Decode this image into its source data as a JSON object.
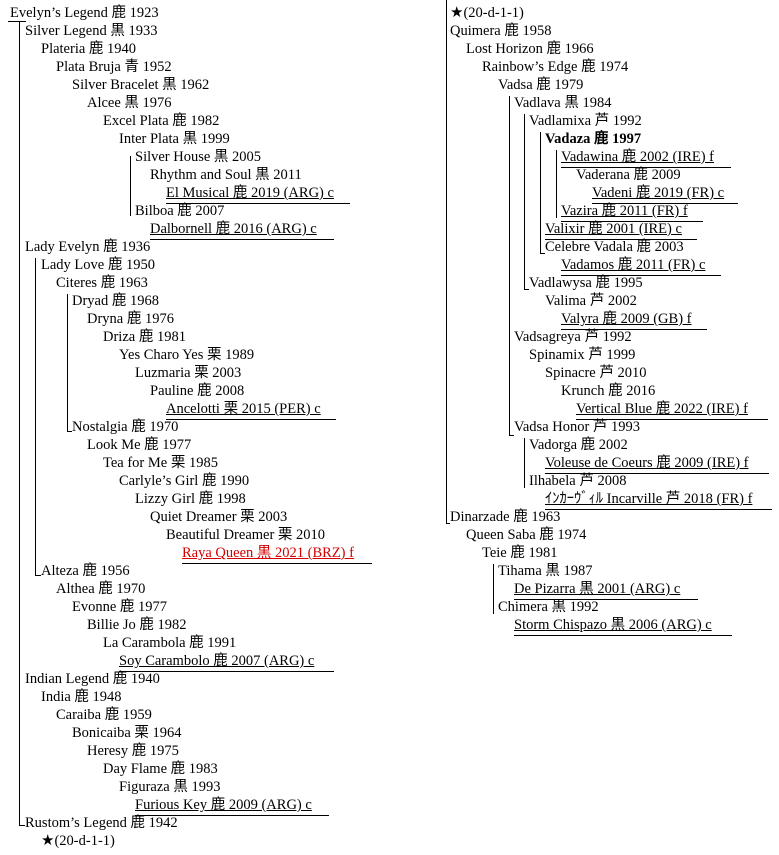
{
  "pedigree": [
    {
      "text": "Evelyn’s Legend 鹿 1923"
    },
    {
      "text": "Silver Legend 黒 1933"
    },
    {
      "text": "Plateria 鹿 1940"
    },
    {
      "text": "Plata Bruja 青 1952"
    },
    {
      "text": "Silver Bracelet 黒 1962"
    },
    {
      "text": "Alcee 黒 1976"
    },
    {
      "text": "Excel Plata 鹿 1982"
    },
    {
      "text": "Inter Plata 黒 1999"
    },
    {
      "text": "Silver House 黒 2005"
    },
    {
      "text": "Rhythm and Soul 黒 2011"
    },
    {
      "text": "El Musical 鹿 2019 (ARG) c",
      "style": "u"
    },
    {
      "text": "Bilboa 鹿 2007"
    },
    {
      "text": "Dalbornell 鹿 2016 (ARG) c",
      "style": "u"
    },
    {
      "text": "Lady Evelyn 鹿 1936"
    },
    {
      "text": "Lady Love 鹿 1950"
    },
    {
      "text": "Citeres 鹿 1963"
    },
    {
      "text": "Dryad 鹿 1968"
    },
    {
      "text": "Dryna 鹿 1976"
    },
    {
      "text": "Driza 鹿 1981"
    },
    {
      "text": "Yes Charo Yes 栗 1989"
    },
    {
      "text": "Luzmaria 栗 2003"
    },
    {
      "text": "Pauline 鹿 2008"
    },
    {
      "text": "Ancelotti 栗 2015 (PER) c",
      "style": "u"
    },
    {
      "text": "Nostalgia 鹿 1970"
    },
    {
      "text": "Look Me 鹿 1977"
    },
    {
      "text": "Tea for Me 栗 1985"
    },
    {
      "text": "Carlyle’s Girl 鹿 1990"
    },
    {
      "text": "Lizzy Girl 鹿 1998"
    },
    {
      "text": "Quiet Dreamer 栗 2003"
    },
    {
      "text": "Beautiful Dreamer 栗 2010"
    },
    {
      "text": "Raya Queen 黒 2021 (BRZ) f",
      "style": "u red"
    },
    {
      "text": "Alteza 鹿 1956"
    },
    {
      "text": "Althea 鹿 1970"
    },
    {
      "text": "Evonne 鹿 1977"
    },
    {
      "text": "Billie Jo 鹿 1982"
    },
    {
      "text": "La Carambola 鹿 1991"
    },
    {
      "text": "Soy Carambolo 鹿 2007 (ARG) c",
      "style": "u"
    },
    {
      "text": "Indian Legend 鹿 1940"
    },
    {
      "text": "India 鹿 1948"
    },
    {
      "text": "Caraiba 鹿 1959"
    },
    {
      "text": "Bonicaiba 栗 1964"
    },
    {
      "text": "Heresy 鹿 1975"
    },
    {
      "text": "Day Flame 鹿 1983"
    },
    {
      "text": "Figuraza 黒 1993"
    },
    {
      "text": "Furious Key 鹿 2009 (ARG) c",
      "style": "u"
    },
    {
      "text": "Rustom’s Legend 鹿 1942"
    },
    {
      "text": "(20-d-1-1)",
      "star": true
    },
    {
      "text": "(20-d-1-1)",
      "star": true
    },
    {
      "text": "Quimera 鹿 1958"
    },
    {
      "text": "Lost Horizon 鹿 1966"
    },
    {
      "text": "Rainbow’s Edge 鹿 1974"
    },
    {
      "text": "Vadsa 鹿 1979"
    },
    {
      "text": "Vadlava 黒 1984"
    },
    {
      "text": "Vadlamixa 芦 1992"
    },
    {
      "text": "Vadaza 鹿 1997",
      "style": "b"
    },
    {
      "text": "Vadawina 鹿 2002 (IRE) f",
      "style": "u"
    },
    {
      "text": "Vaderana 鹿 2009"
    },
    {
      "text": "Vadeni 鹿 2019 (FR) c",
      "style": "u"
    },
    {
      "text": "Vazira 鹿 2011 (FR) f",
      "style": "u"
    },
    {
      "text": "Valixir 鹿 2001 (IRE) c",
      "style": "u"
    },
    {
      "text": "Celebre Vadala 鹿 2003"
    },
    {
      "text": "Vadamos 鹿 2011 (FR) c",
      "style": "u"
    },
    {
      "text": "Vadlawysa 鹿 1995"
    },
    {
      "text": "Valima 芦 2002"
    },
    {
      "text": "Valyra 鹿 2009 (GB) f",
      "style": "u"
    },
    {
      "text": "Vadsagreya 芦 1992"
    },
    {
      "text": "Spinamix 芦 1999"
    },
    {
      "text": "Spinacre 芦 2010"
    },
    {
      "text": "Krunch 鹿 2016"
    },
    {
      "text": "Vertical Blue 鹿 2022 (IRE) f",
      "style": "u"
    },
    {
      "text": "Vadsa Honor 芦 1993"
    },
    {
      "text": "Vadorga 鹿 2002"
    },
    {
      "text": "Voleuse de Coeurs 鹿 2009 (IRE) f",
      "style": "u"
    },
    {
      "text": "Ilhabela 芦 2008"
    },
    {
      "text": "ｲﾝｶｰｳﾞｨﾙ Incarville 芦 2018 (FR) f",
      "style": "u"
    },
    {
      "text": "Dinarzade 鹿 1963"
    },
    {
      "text": "Queen Saba 鹿 1974"
    },
    {
      "text": "Teie 鹿 1981"
    },
    {
      "text": "Tihama 黒 1987"
    },
    {
      "text": "De Pizarra 黒 2001 (ARG) c",
      "style": "u"
    },
    {
      "text": "Chimera 黒 1992"
    },
    {
      "text": "Storm Chispazo 黒 2006 (ARG) c",
      "style": "u"
    }
  ]
}
